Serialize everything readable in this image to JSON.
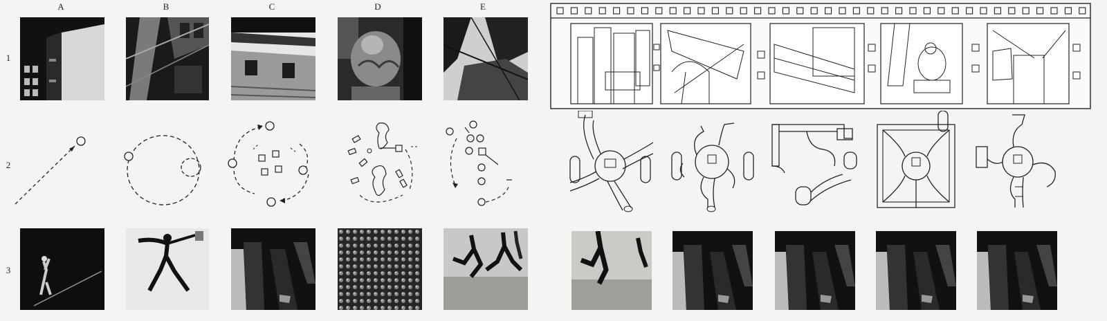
{
  "left_panel": {
    "column_labels": [
      "A",
      "B",
      "C",
      "D",
      "E"
    ],
    "row_labels": [
      "1",
      "2",
      "3"
    ]
  }
}
